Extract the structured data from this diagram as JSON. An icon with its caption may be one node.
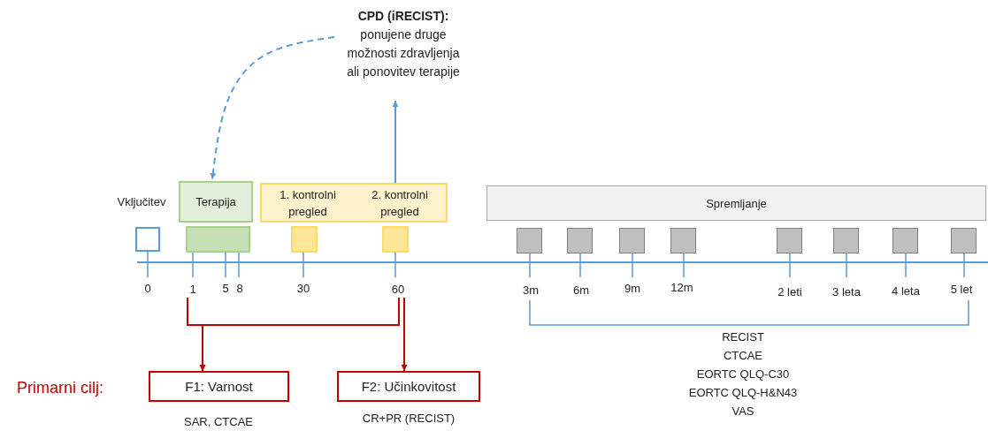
{
  "diagram": {
    "nodes": [
      {
        "text": [
          "CPD (iRECIST):",
          "ponujene druge možnosti zdravljenja ali ponovitev terapije"
        ]
      },
      {
        "text": [
          "Terapija"
        ]
      },
      {
        "text": [
          "1. kontrolni pregled",
          "2. kontrolni pregled"
        ]
      },
      {
        "text": [
          "Spremljanje"
        ]
      },
      {
        "text": [],
        "shape": "box"
      },
      {
        "text": [],
        "shape": "bar"
      },
      {
        "text": [],
        "shape": "box"
      },
      {
        "text": [],
        "shape": "box"
      },
      {
        "text": [],
        "shape": "box"
      },
      {
        "text": [],
        "shape": "box"
      },
      {
        "text": [],
        "shape": "box"
      },
      {
        "text": [],
        "shape": "box"
      },
      {
        "text": [],
        "shape": "box"
      },
      {
        "text": [],
        "shape": "box"
      },
      {
        "text": [],
        "shape": "box"
      },
      {
        "text": [],
        "shape": "box"
      },
      {
        "text": [
          "1"
        ]
      },
      {
        "text": [
          "60"
        ]
      },
      {
        "text": [
          "F1: Varnost"
        ],
        "beside": [
          "SAR, CTCAE"
        ]
      },
      {
        "text": [
          "F2: Učinkovitost"
        ],
        "beside": [
          "CR+PR (RECIST)"
        ]
      }
    ],
    "edges": [
      {
        "from": 0,
        "to": 1,
        "arrow": "to",
        "style": "dashed",
        "color": "#5b9bd5"
      },
      {
        "from": 2,
        "to": 0,
        "arrow": "to",
        "color": "#5b9bd5"
      },
      {
        "from": 16,
        "to": 18,
        "arrow": "to"
      },
      {
        "from": 17,
        "to": 18,
        "arrow": "to"
      },
      {
        "from": 17,
        "to": 19,
        "arrow": "to"
      }
    ],
    "labels": [
      "Vključitev",
      "0",
      "5",
      "8",
      "30",
      "3m",
      "6m",
      "9m",
      "12m",
      "2 leti",
      "3 leta",
      "4 leta",
      "5 let",
      "Primarni cilj:",
      "RECIST",
      "CTCAE",
      "EORTC QLQ-C30",
      "EORTC QLQ-H&N43",
      "VAS"
    ]
  }
}
